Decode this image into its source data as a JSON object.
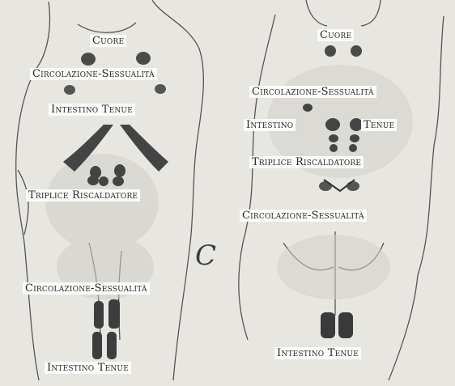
{
  "labels": {
    "front_heart": "Cuore",
    "front_circ_upper": "Circolazione-Sessualità",
    "front_small_int_upper": "Intestino Tenue",
    "front_triple": "Triplice Riscaldatore",
    "front_circ_lower": "Circolazione-Sessualità",
    "front_small_int_lower": "Intestino Tenue",
    "back_heart": "Cuore",
    "back_circ_upper": "Circolazione-Sessualità",
    "back_int_left": "Intestino",
    "back_int_right": "Tenue",
    "back_triple": "Triplice Riscaldatore",
    "back_circ_lower": "Circolazione-Sessualità",
    "back_small_int": "Intestino Tenue"
  },
  "panel_letter": "C"
}
